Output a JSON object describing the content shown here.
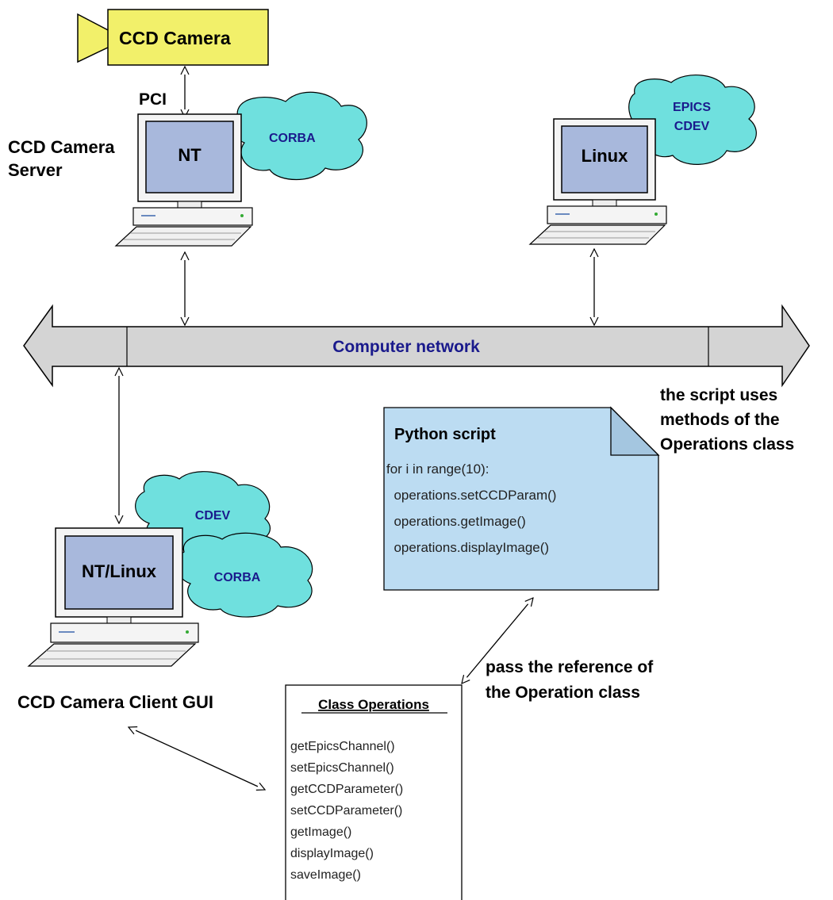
{
  "camera": {
    "label": "CCD Camera"
  },
  "pci_label": "PCI",
  "server": {
    "caption_line1": "CCD Camera",
    "caption_line2": "Server",
    "screen_label": "NT",
    "cloud_label": "CORBA"
  },
  "linux_host": {
    "screen_label": "Linux",
    "cloud_line1": "EPICS",
    "cloud_line2": "CDEV"
  },
  "network": {
    "label": "Computer network"
  },
  "client": {
    "screen_label": "NT/Linux",
    "cloud1_label": "CDEV",
    "cloud2_label": "CORBA",
    "caption": "CCD Camera Client GUI"
  },
  "script_note": {
    "title": "Python script",
    "lines": [
      "for i in range(10):",
      "  operations.setCCDParam()",
      "  operations.getImage()",
      "  operations.displayImage()"
    ]
  },
  "annotations": {
    "script_uses": [
      "the script uses",
      "methods of the",
      "Operations class"
    ],
    "pass_reference": [
      "pass the reference of",
      "the Operation class"
    ]
  },
  "class_box": {
    "title": "Class Operations",
    "methods": [
      "getEpicsChannel()",
      "setEpicsChannel()",
      "getCCDParameter()",
      "setCCDParameter()",
      "getImage()",
      "displayImage()",
      "saveImage()"
    ]
  },
  "colors": {
    "camera_fill": "#f2f06a",
    "cloud_fill": "#6fe0de",
    "note_fill": "#bcdcf2",
    "network_fill": "#d4d4d4",
    "label_blue": "#1a1a8c",
    "screen_fill": "#a8b8dc"
  }
}
